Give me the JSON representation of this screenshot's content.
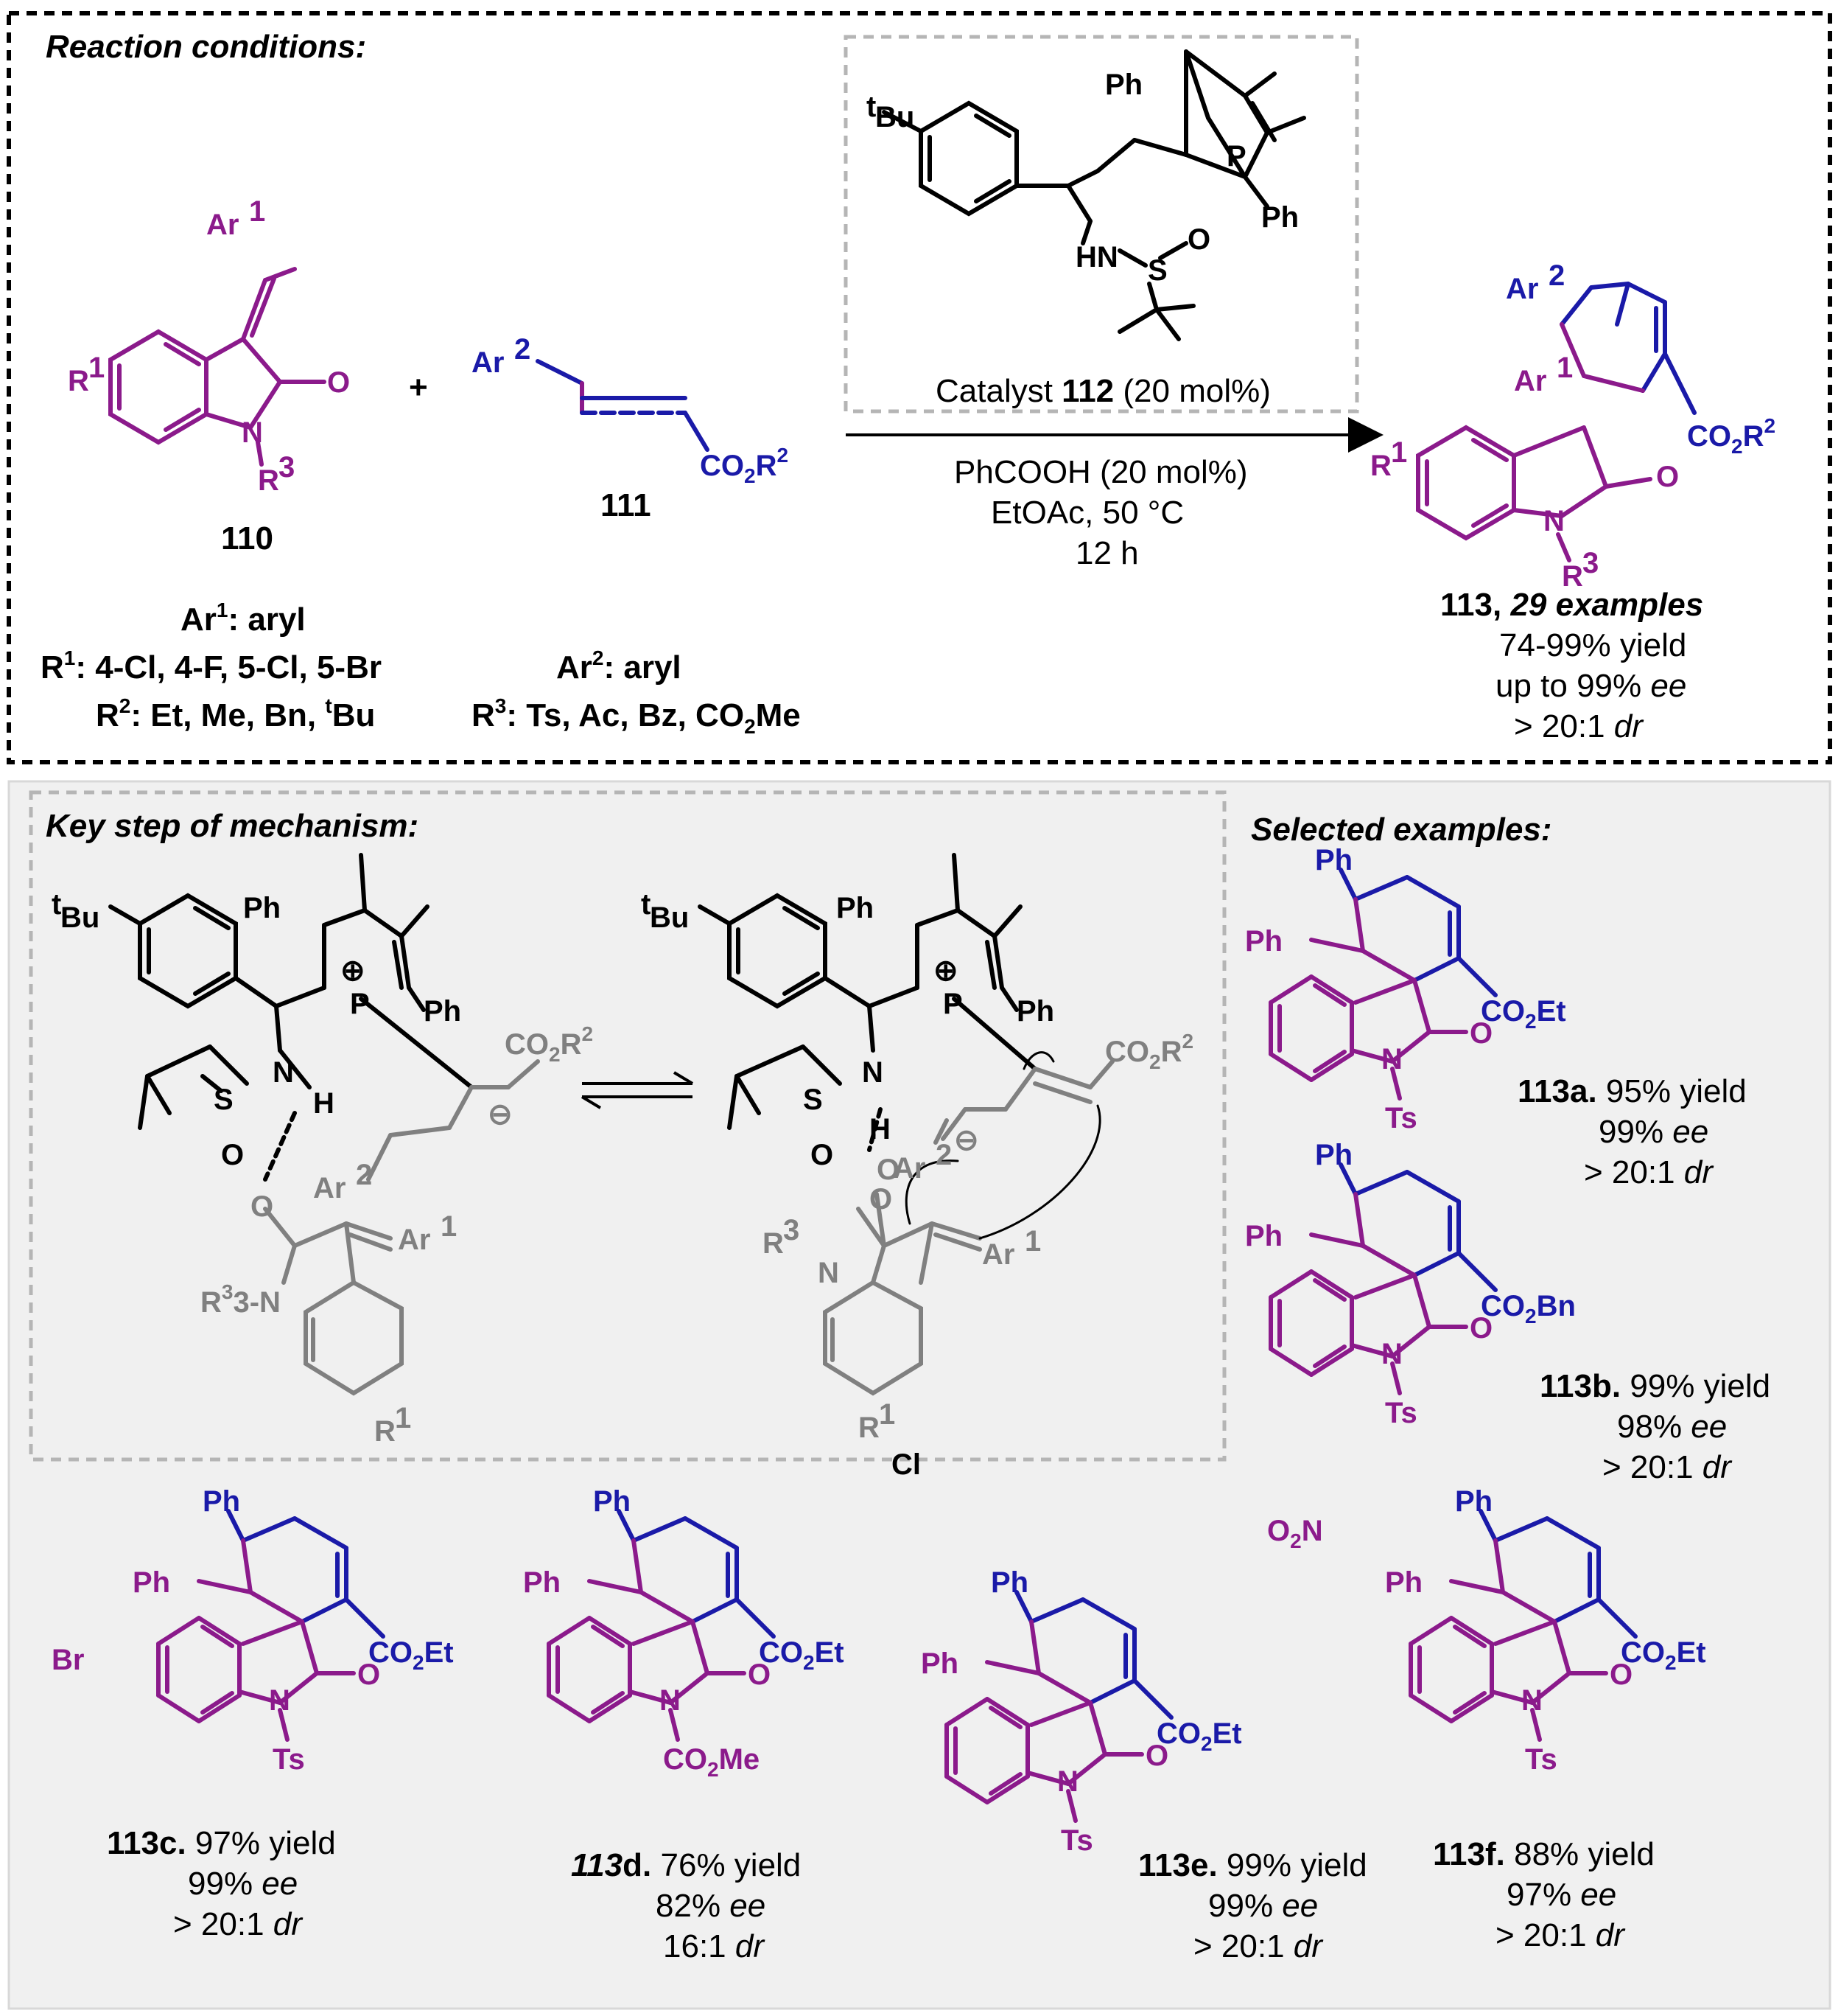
{
  "colors": {
    "purple": "#8B1A8B",
    "blue": "#1a1aa8",
    "gray": "#808080",
    "panel_bg": "#f0f0f0",
    "border": "#000000",
    "dashed_gray": "#b5b5b5"
  },
  "reaction": {
    "title": "Reaction conditions:",
    "plus": "+",
    "catalyst_label_pre": "Catalyst ",
    "catalyst_number": "112",
    "catalyst_label_post": " (20 mol%)",
    "cond_1": "PhCOOH (20 mol%)",
    "cond_2": "EtOAc, 50 °C",
    "cond_3": "12 h",
    "cmpd_110": "110",
    "cmpd_111": "111",
    "product_number": "113,",
    "product_examples": "29 examples",
    "product_yield": "74-99% yield",
    "product_ee_pre": "up to 99% ",
    "product_ee_unit": "ee",
    "product_dr_pre": "> 20:1 ",
    "product_dr_unit": "dr",
    "scope_ar1": "Ar",
    "scope_ar1_sup": "1",
    "scope_ar1_val": ": aryl",
    "scope_r1": "R",
    "scope_r1_sup": "1",
    "scope_r1_val": ": 4-Cl, 4-F, 5-Cl, 5-Br",
    "scope_r2": "R",
    "scope_r2_sup": "2",
    "scope_r2_val": ": Et, Me, Bn, ",
    "scope_r2_t": "t",
    "scope_r2_end": "Bu",
    "scope_ar2": "Ar",
    "scope_ar2_sup": "2",
    "scope_ar2_val": ": aryl",
    "scope_r3": "R",
    "scope_r3_sup": "3",
    "scope_r3_val": ": Ts, Ac, Bz, CO",
    "scope_r3_sub": "2",
    "scope_r3_end": "Me"
  },
  "mechanism": {
    "title": "Key step of mechanism:"
  },
  "selected": {
    "title": "Selected examples:",
    "examples": [
      {
        "id": "113a.",
        "yield": "95% yield",
        "ee": "99% ",
        "ee_unit": "ee",
        "dr": "> 20:1 ",
        "dr_unit": "dr"
      },
      {
        "id": "113b.",
        "yield": "99% yield",
        "ee": "98% ",
        "ee_unit": "ee",
        "dr": "> 20:1 ",
        "dr_unit": "dr"
      },
      {
        "id": "113c.",
        "yield": "97% yield",
        "ee": "99% ",
        "ee_unit": "ee",
        "dr": "> 20:1 ",
        "dr_unit": "dr"
      },
      {
        "id_italic": "113",
        "id_rest": "d.",
        "yield": "76% yield",
        "ee": "82% ",
        "ee_unit": "ee",
        "dr": "16:1 ",
        "dr_unit": "dr"
      },
      {
        "id": "113e.",
        "yield": "99% yield",
        "ee": "99% ",
        "ee_unit": "ee",
        "dr": "> 20:1 ",
        "dr_unit": "dr"
      },
      {
        "id": "113f.",
        "yield": "88% yield",
        "ee": "97% ",
        "ee_unit": "ee",
        "dr": "> 20:1 ",
        "dr_unit": "dr"
      }
    ]
  },
  "atoms": {
    "ar": "Ar",
    "one": "1",
    "two": "2",
    "three": "3",
    "r": "R",
    "o": "O",
    "n": "N",
    "p": "P",
    "s": "S",
    "h": "H",
    "hn": "HN",
    "ph": "Ph",
    "t": "t",
    "bu": "Bu",
    "co2": "CO",
    "sub2": "2",
    "co2r": "CO",
    "et": "Et",
    "bn": "Bn",
    "me": "Me",
    "ts": "Ts",
    "br": "Br",
    "cl": "Cl",
    "o2n_o": "O",
    "o2n_n": "N",
    "plus": "⊕",
    "minus": "⊖",
    "r3n": "R",
    "r3dash": "3-N",
    "co2me": "CO"
  }
}
